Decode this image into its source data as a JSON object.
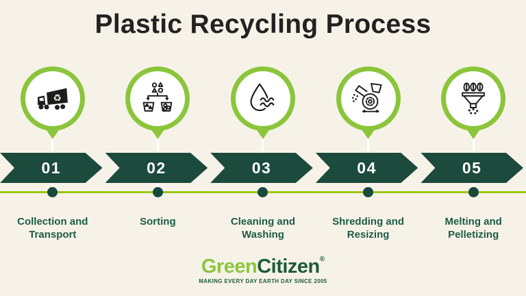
{
  "title": "Plastic Recycling Process",
  "steps": [
    {
      "number": "01",
      "label": "Collection and Transport",
      "icon": "truck-icon"
    },
    {
      "number": "02",
      "label": "Sorting",
      "icon": "sorting-icon"
    },
    {
      "number": "03",
      "label": "Cleaning and Washing",
      "icon": "water-drop-icon"
    },
    {
      "number": "04",
      "label": "Shredding and Resizing",
      "icon": "shredder-icon"
    },
    {
      "number": "05",
      "label": "Melting and Pelletizing",
      "icon": "funnel-icon"
    }
  ],
  "footer": {
    "brand_green": "Green",
    "brand_dark": "Citizen",
    "registered_mark": "®",
    "tagline": "MAKING EVERY DAY EARTH DAY SINCE 2005"
  },
  "colors": {
    "background": "#f7f2e8",
    "title_text": "#242122",
    "lime_ring": "#8bc53b",
    "timeline_line": "#9cc715",
    "arrow_green": "#1c4a3c",
    "arrow_number": "#ffffff",
    "label_green": "#1d5c46",
    "dot_green": "#174a3c",
    "brand_green": "#8cc63f",
    "brand_dark_green": "#1d5b35",
    "icon_stroke": "#1d1d1b"
  }
}
